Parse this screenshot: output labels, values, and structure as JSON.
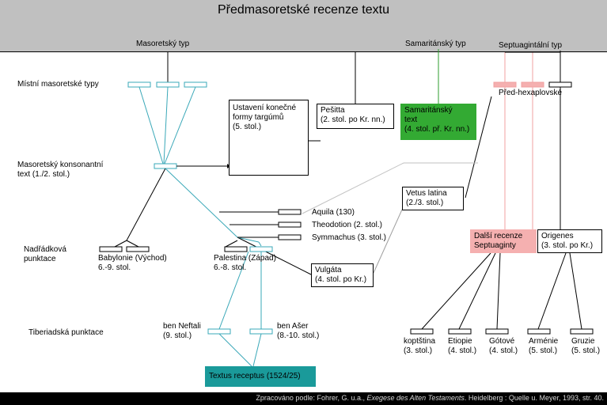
{
  "title": "Předmasoretské recenze textu",
  "columns": {
    "masoretic": "Masoretský typ",
    "samaritan": "Samaritánský typ",
    "septuagint": "Septuagintální typ"
  },
  "row_labels": {
    "local": "Místní masoretské typy",
    "consonant": "Masoretský konsonantní\ntext (1./2. stol.)",
    "supralinear": "Nadřádková\npunktace",
    "tiberian": "Tiberiadská punktace"
  },
  "boxes": {
    "targum": "Ustavení konečné\nformy targúmů\n(5. stol.)",
    "peshitta": "Pešitta\n(2. stol. po Kr. nn.)",
    "samaritan_text": "Samaritánský\ntext\n(4. stol. př. Kr. nn.)",
    "vetus_latina": "Vetus latina\n(2./3. stol.)",
    "vulgata": "Vulgáta\n(4. stol. po Kr.)",
    "other_lxx": "Další recenze\nSeptuaginty",
    "origen": "Origenes\n(3. stol. po Kr.)",
    "textus_receptus": "Textus receptus (1524/25)"
  },
  "labels": {
    "prehexaplaric": "Před-hexaplovské",
    "aquila": "Aquila (130)",
    "theodotion": "Theodotion (2. stol.)",
    "symmachus": "Symmachus (3. stol.)",
    "babylon": "Babylonie (Východ)\n6.-9. stol.",
    "palestine": "Palestina (Západ)\n6.-8. stol.",
    "ben_neftali": "ben Neftali\n(9. stol.)",
    "ben_asher": "ben Ašer\n(8.-10. stol.)",
    "coptic": "koptština\n(3. stol.)",
    "ethiopia": "Etiopie\n(4. stol.)",
    "gothic": "Gótové\n(4. stol.)",
    "armenia": "Arménie\n(5. stol.)",
    "georgia": "Gruzie\n(5. stol.)"
  },
  "footer": {
    "prefix": "Zpracováno podle: Fohrer, G. u.a., ",
    "work": "Exegese des Alten Testaments",
    "suffix": ". Heidelberg : Quelle u. Meyer, 1993, str. 40."
  },
  "colors": {
    "header_bg": "#c0c0c0",
    "masoretic_line": "#3aa8b8",
    "samaritan_line": "#2e9e2e",
    "samaritan_box": "#33aa33",
    "septuagint_line": "#f0a0a0",
    "septuagint_box": "#f5b0b0",
    "textus_box": "#1a9a9a"
  }
}
